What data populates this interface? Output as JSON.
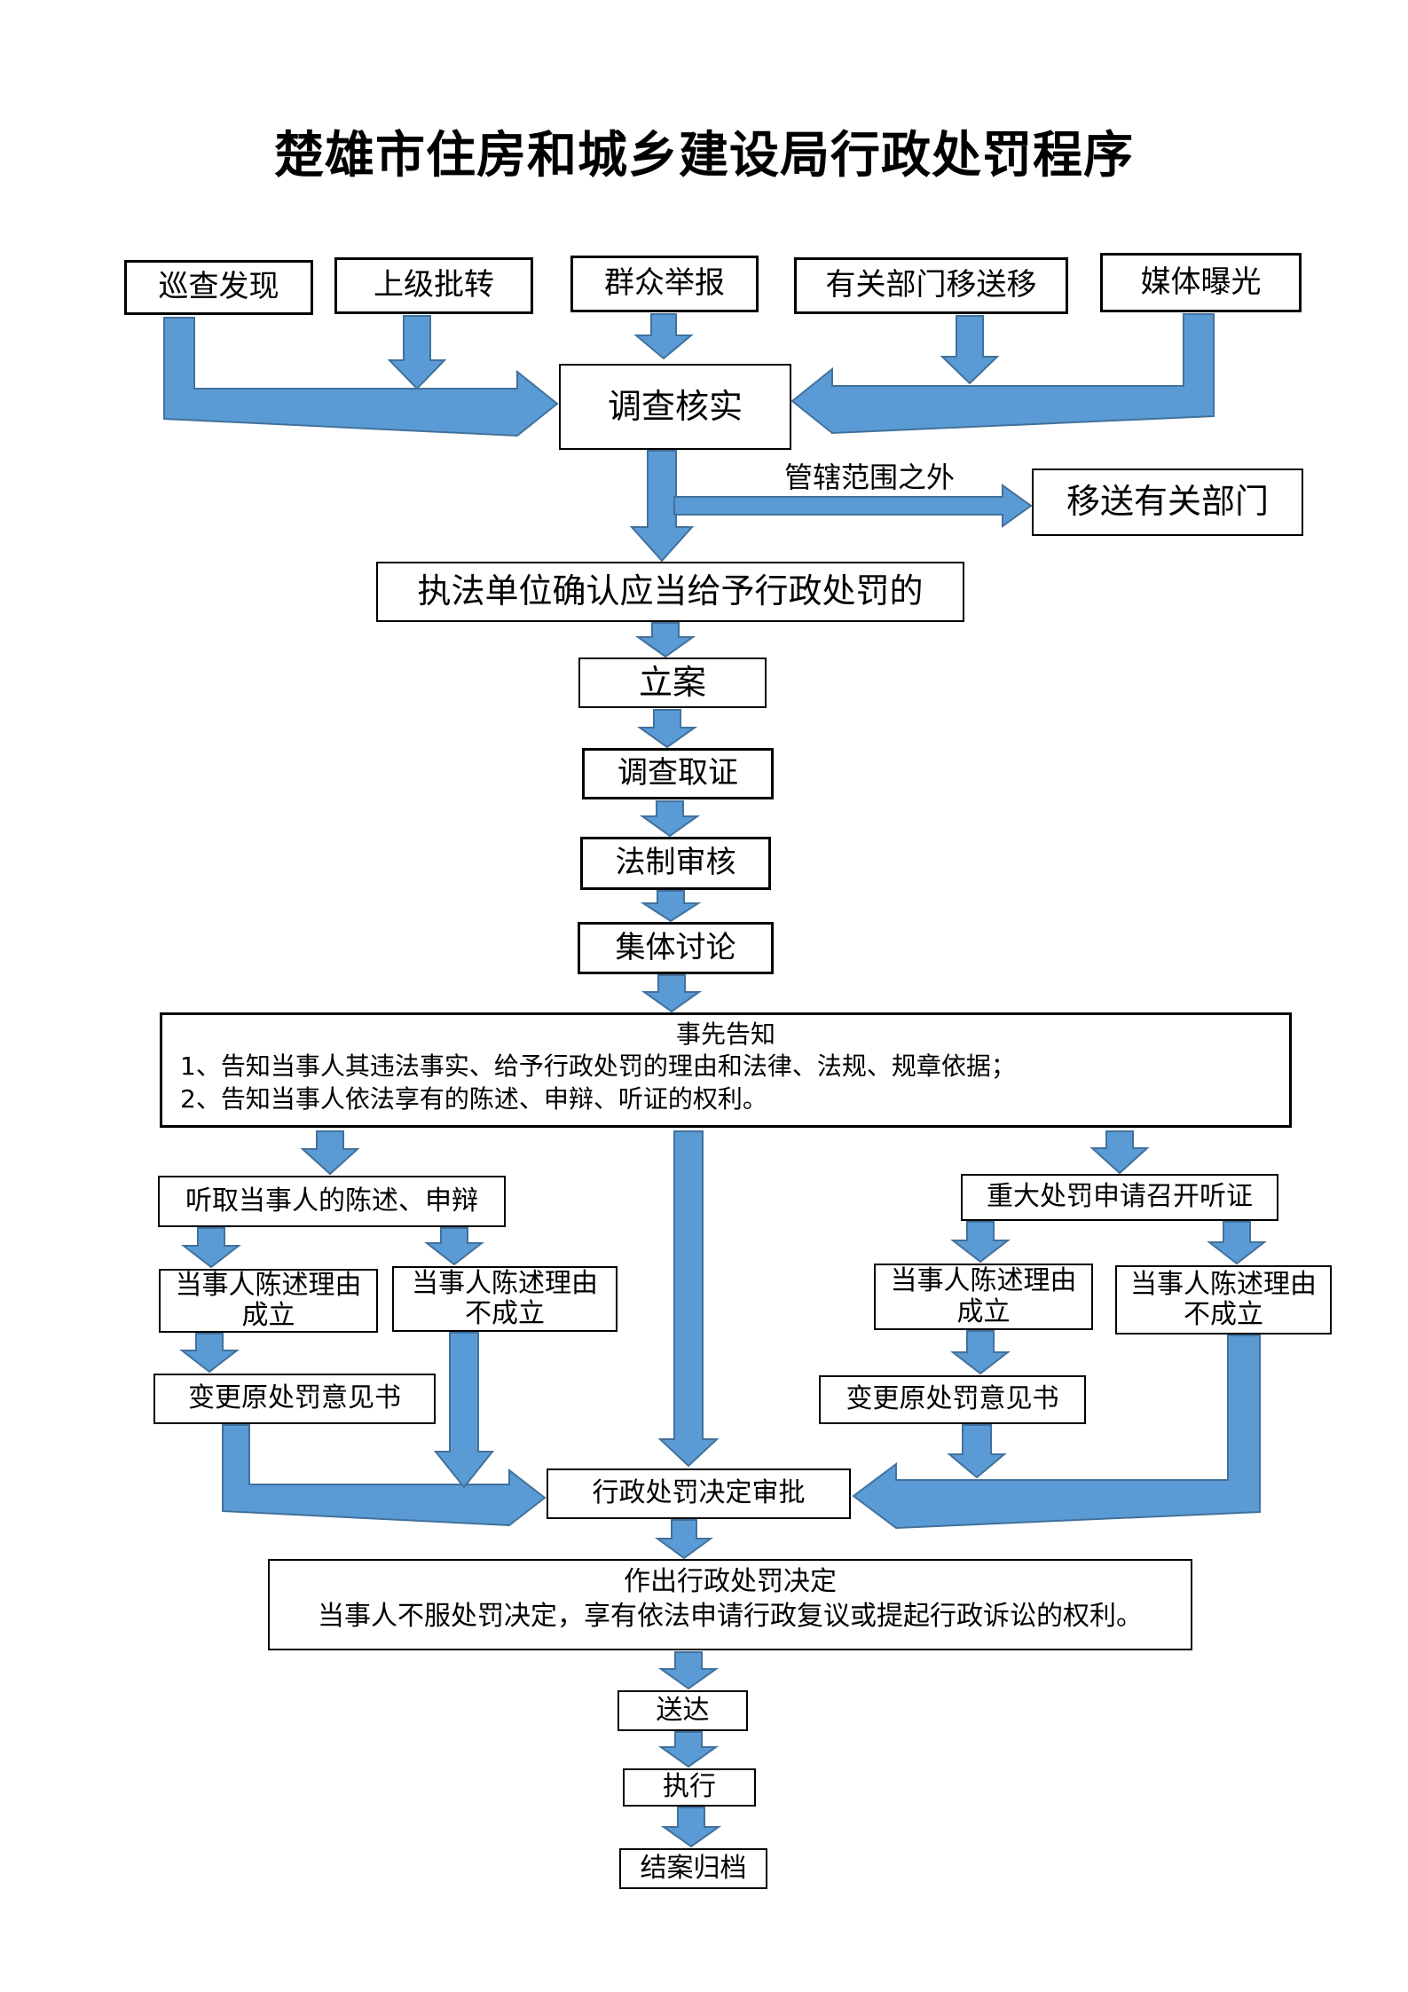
{
  "title": "楚雄市住房和城乡建设局行政处罚程序",
  "sources": [
    "巡查发现",
    "上级批转",
    "群众举报",
    "有关部门移送移",
    "媒体曝光"
  ],
  "investigate": "调查核实",
  "out_of_scope_label": "管辖范围之外",
  "transfer": "移送有关部门",
  "confirm": "执法单位确认应当给予行政处罚的",
  "steps": [
    "立案",
    "调查取证",
    "法制审核",
    "集体讨论"
  ],
  "notice": {
    "heading": "事先告知",
    "item1": "1、告知当事人其违法事实、给予行政处罚的理由和法律、法规、规章依据；",
    "item2": "2、告知当事人依法享有的陈述、申辩、听证的权利。"
  },
  "left_branch": {
    "head": "听取当事人的陈述、申辩",
    "valid_l1": "当事人陈述理由",
    "valid_l2": "成立",
    "invalid_l1": "当事人陈述理由",
    "invalid_l2": "不成立",
    "change": "变更原处罚意见书"
  },
  "right_branch": {
    "head": "重大处罚申请召开听证",
    "valid_l1": "当事人陈述理由",
    "valid_l2": "成立",
    "invalid_l1": "当事人陈述理由",
    "invalid_l2": "不成立",
    "change": "变更原处罚意见书"
  },
  "approval": "行政处罚决定审批",
  "decision": {
    "heading": "作出行政处罚决定",
    "text": "当事人不服处罚决定，享有依法申请行政复议或提起行政诉讼的权利。"
  },
  "final_steps": [
    "送达",
    "执行",
    "结案归档"
  ],
  "colors": {
    "arrow_fill": "#5b9bd5",
    "arrow_stroke": "#41719c"
  }
}
